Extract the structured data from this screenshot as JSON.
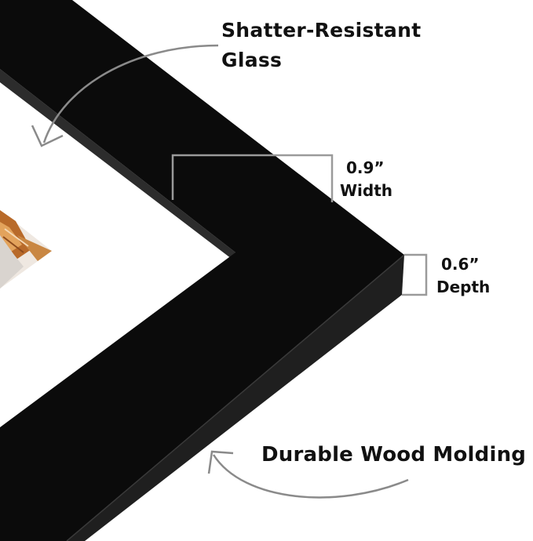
{
  "callouts": {
    "glass": {
      "line1": "Shatter-Resistant",
      "line2": "Glass"
    },
    "width": {
      "value": "0.9”",
      "label": "Width"
    },
    "depth": {
      "value": "0.6”",
      "label": "Depth"
    },
    "wood": {
      "label": "Durable Wood Molding"
    }
  },
  "icons": {
    "glass_arrow": "curved-arrow-icon",
    "wood_arrow": "curved-arrow-icon",
    "width_bracket": "dimension-bracket-icon",
    "depth_bracket": "dimension-bracket-icon"
  },
  "colors": {
    "frame": "#0b0b0b",
    "frame_side": "#1f1f1f",
    "mat": "#ffffff",
    "annotation_line": "#9a9a9a",
    "text": "#111111"
  }
}
